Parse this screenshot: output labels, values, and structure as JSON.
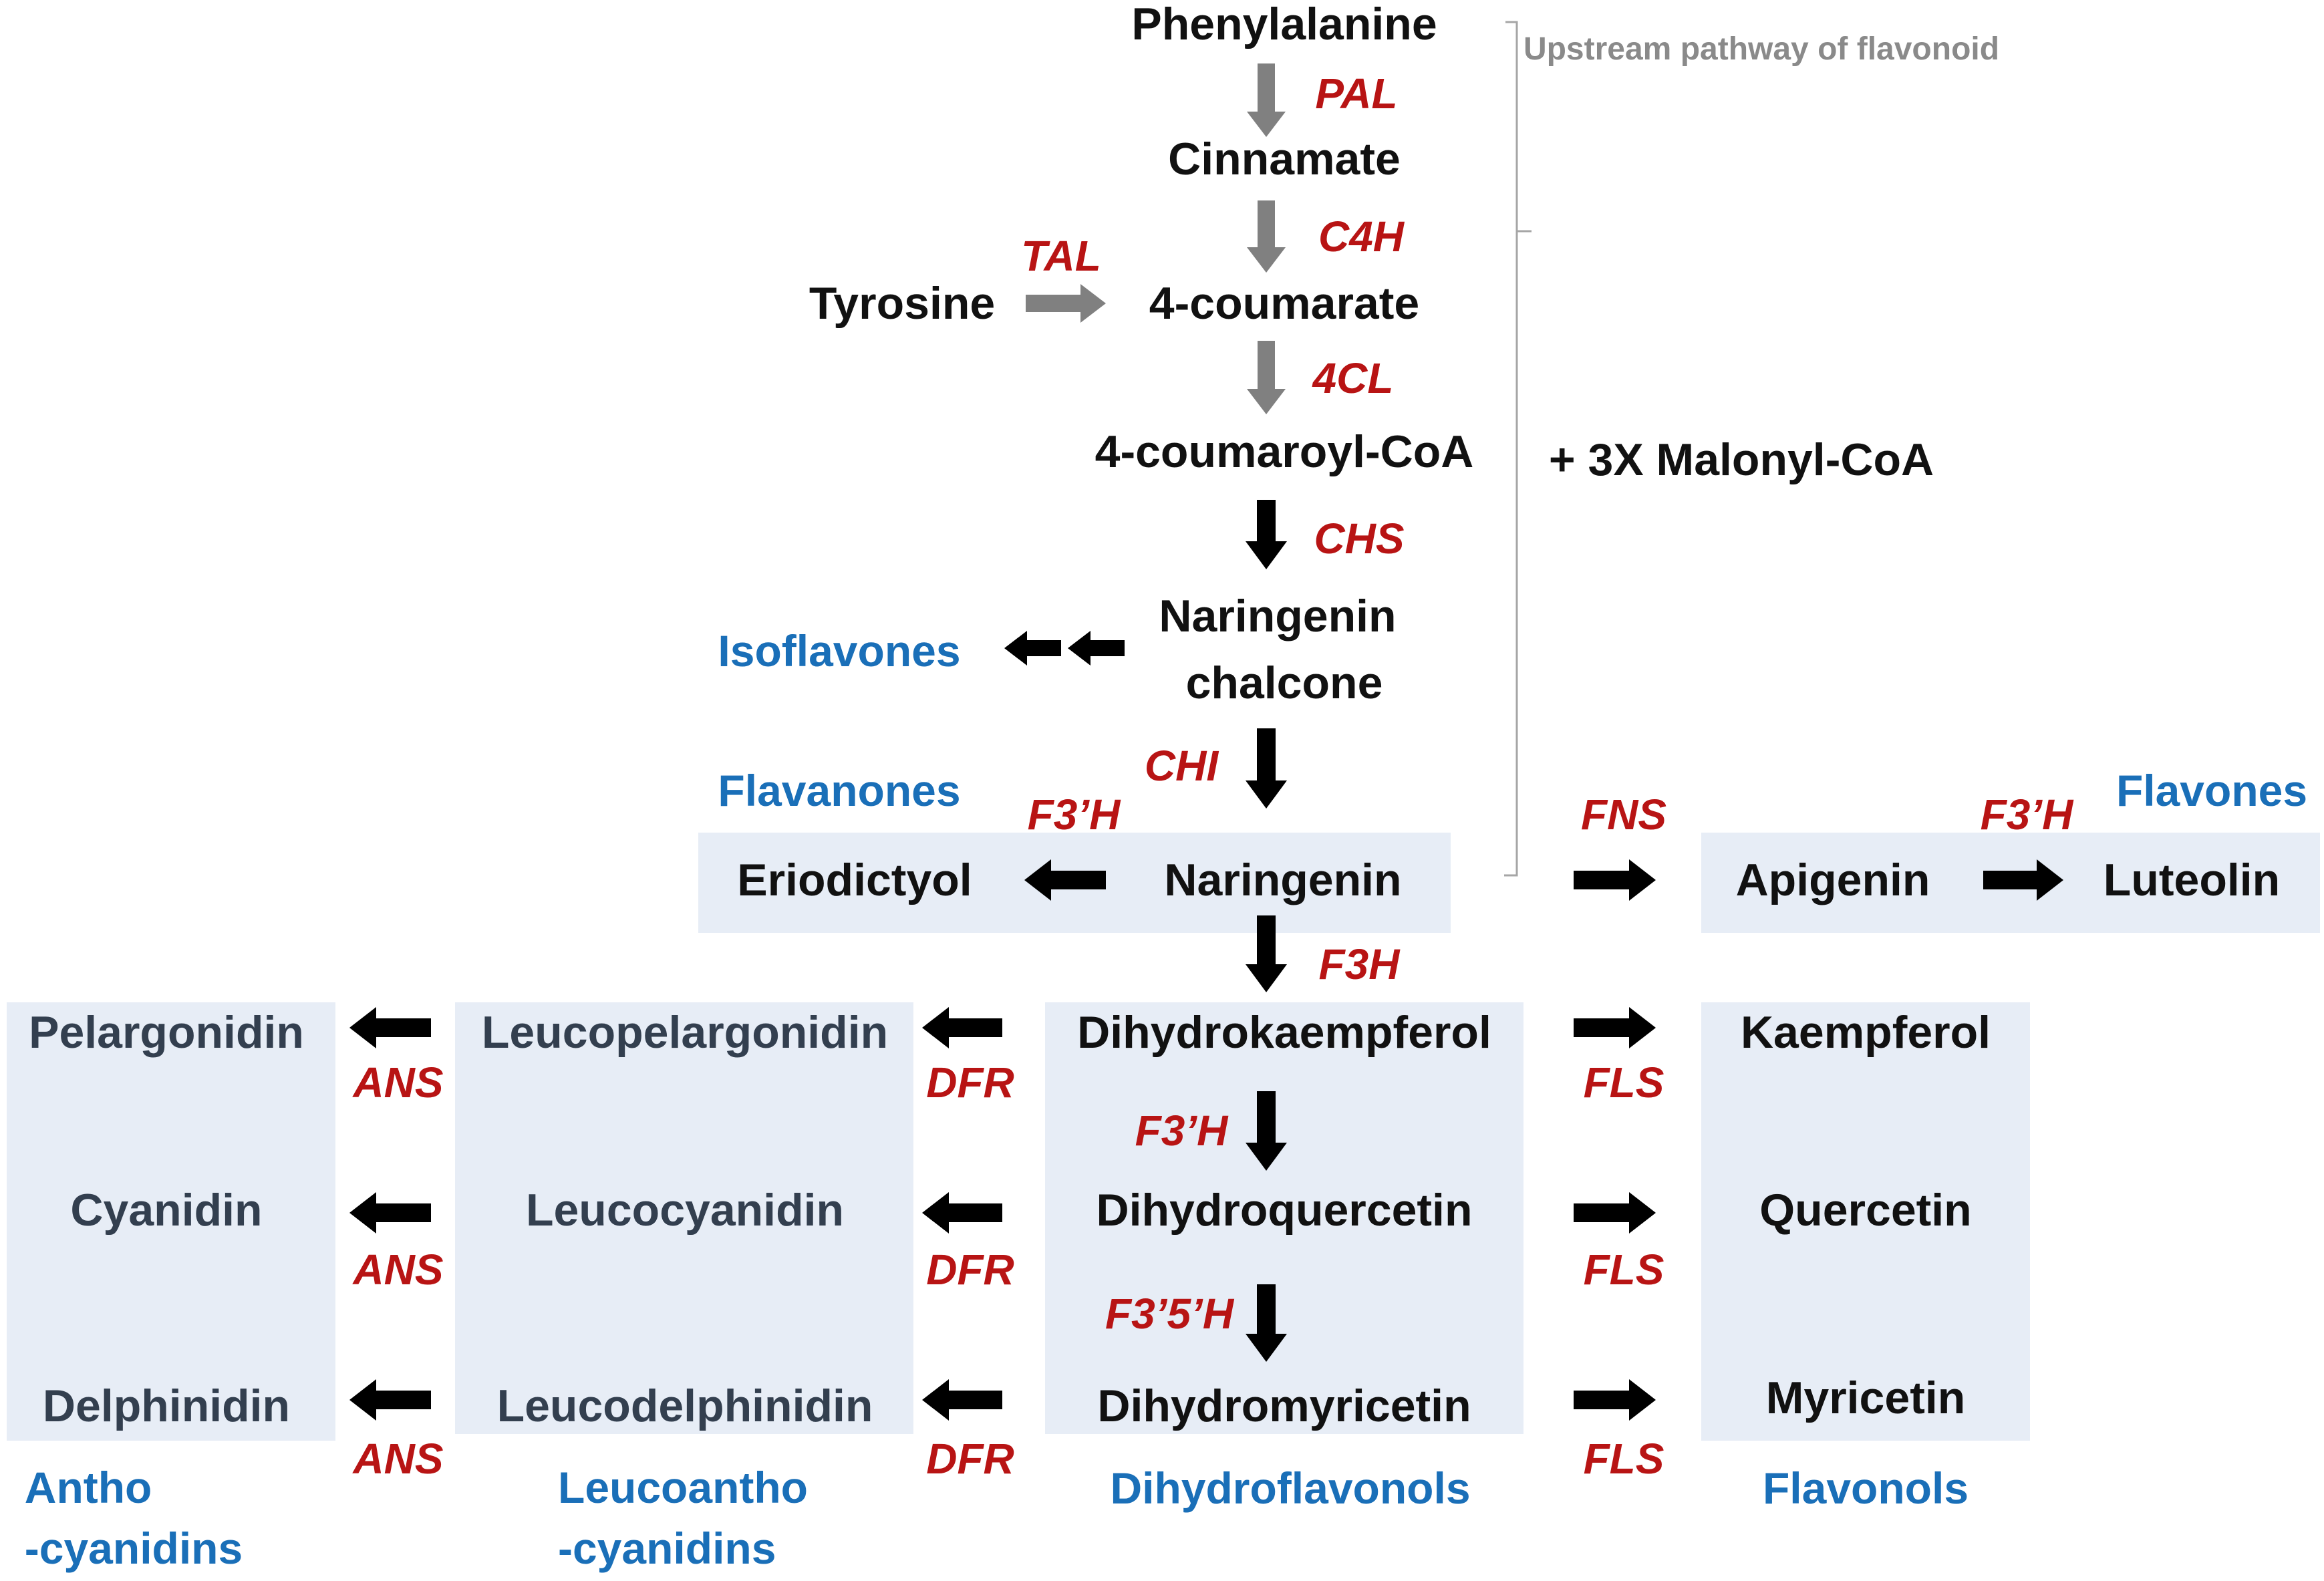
{
  "compounds": {
    "phenylalanine": "Phenylalanine",
    "cinnamate": "Cinnamate",
    "tyrosine": "Tyrosine",
    "coumarate": "4-coumarate",
    "coumaroyl_coa": "4-coumaroyl-CoA",
    "malonyl": "+ 3X Malonyl-CoA",
    "naringenin_chalcone_1": "Naringenin",
    "naringenin_chalcone_2": "chalcone",
    "eriodictyol": "Eriodictyol",
    "naringenin": "Naringenin",
    "apigenin": "Apigenin",
    "luteolin": "Luteolin",
    "dihydrokaempferol": "Dihydrokaempferol",
    "dihydroquercetin": "Dihydroquercetin",
    "dihydromyricetin": "Dihydromyricetin",
    "kaempferol": "Kaempferol",
    "quercetin": "Quercetin",
    "myricetin": "Myricetin",
    "leucopelargonidin": "Leucopelargonidin",
    "leucocyanidin": "Leucocyanidin",
    "leucodelphinidin": "Leucodelphinidin",
    "pelargonidin": "Pelargonidin",
    "cyanidin": "Cyanidin",
    "delphinidin": "Delphinidin"
  },
  "enzymes": {
    "pal": "PAL",
    "c4h": "C4H",
    "tal": "TAL",
    "fourcl": "4CL",
    "chs": "CHS",
    "chi": "CHI",
    "f3ph_eriodictyol": "F3’H",
    "fns": "FNS",
    "f3ph_luteolin": "F3’H",
    "f3h": "F3H",
    "f3ph_dihydro": "F3’H",
    "f35h": "F3’5’H",
    "fls_1": "FLS",
    "fls_2": "FLS",
    "fls_3": "FLS",
    "dfr_1": "DFR",
    "dfr_2": "DFR",
    "dfr_3": "DFR",
    "ans_1": "ANS",
    "ans_2": "ANS",
    "ans_3": "ANS"
  },
  "classes": {
    "isoflavones": "Isoflavones",
    "flavanones": "Flavanones",
    "flavones": "Flavones",
    "anthocyanidins": "Antho\n-cyanidins",
    "leucoanthocyanidins": "Leucoantho\n-cyanidins",
    "dihydroflavonols": "Dihydroflavonols",
    "flavonols": "Flavonols"
  },
  "notes": {
    "upstream": "Upstream pathway of flavonoid"
  },
  "colors": {
    "box_fill": "#e7edf6",
    "upstream_arrow": "#808080",
    "main_arrow": "#000000",
    "enzyme_text": "#b81414",
    "class_text": "#1a6fb8"
  }
}
